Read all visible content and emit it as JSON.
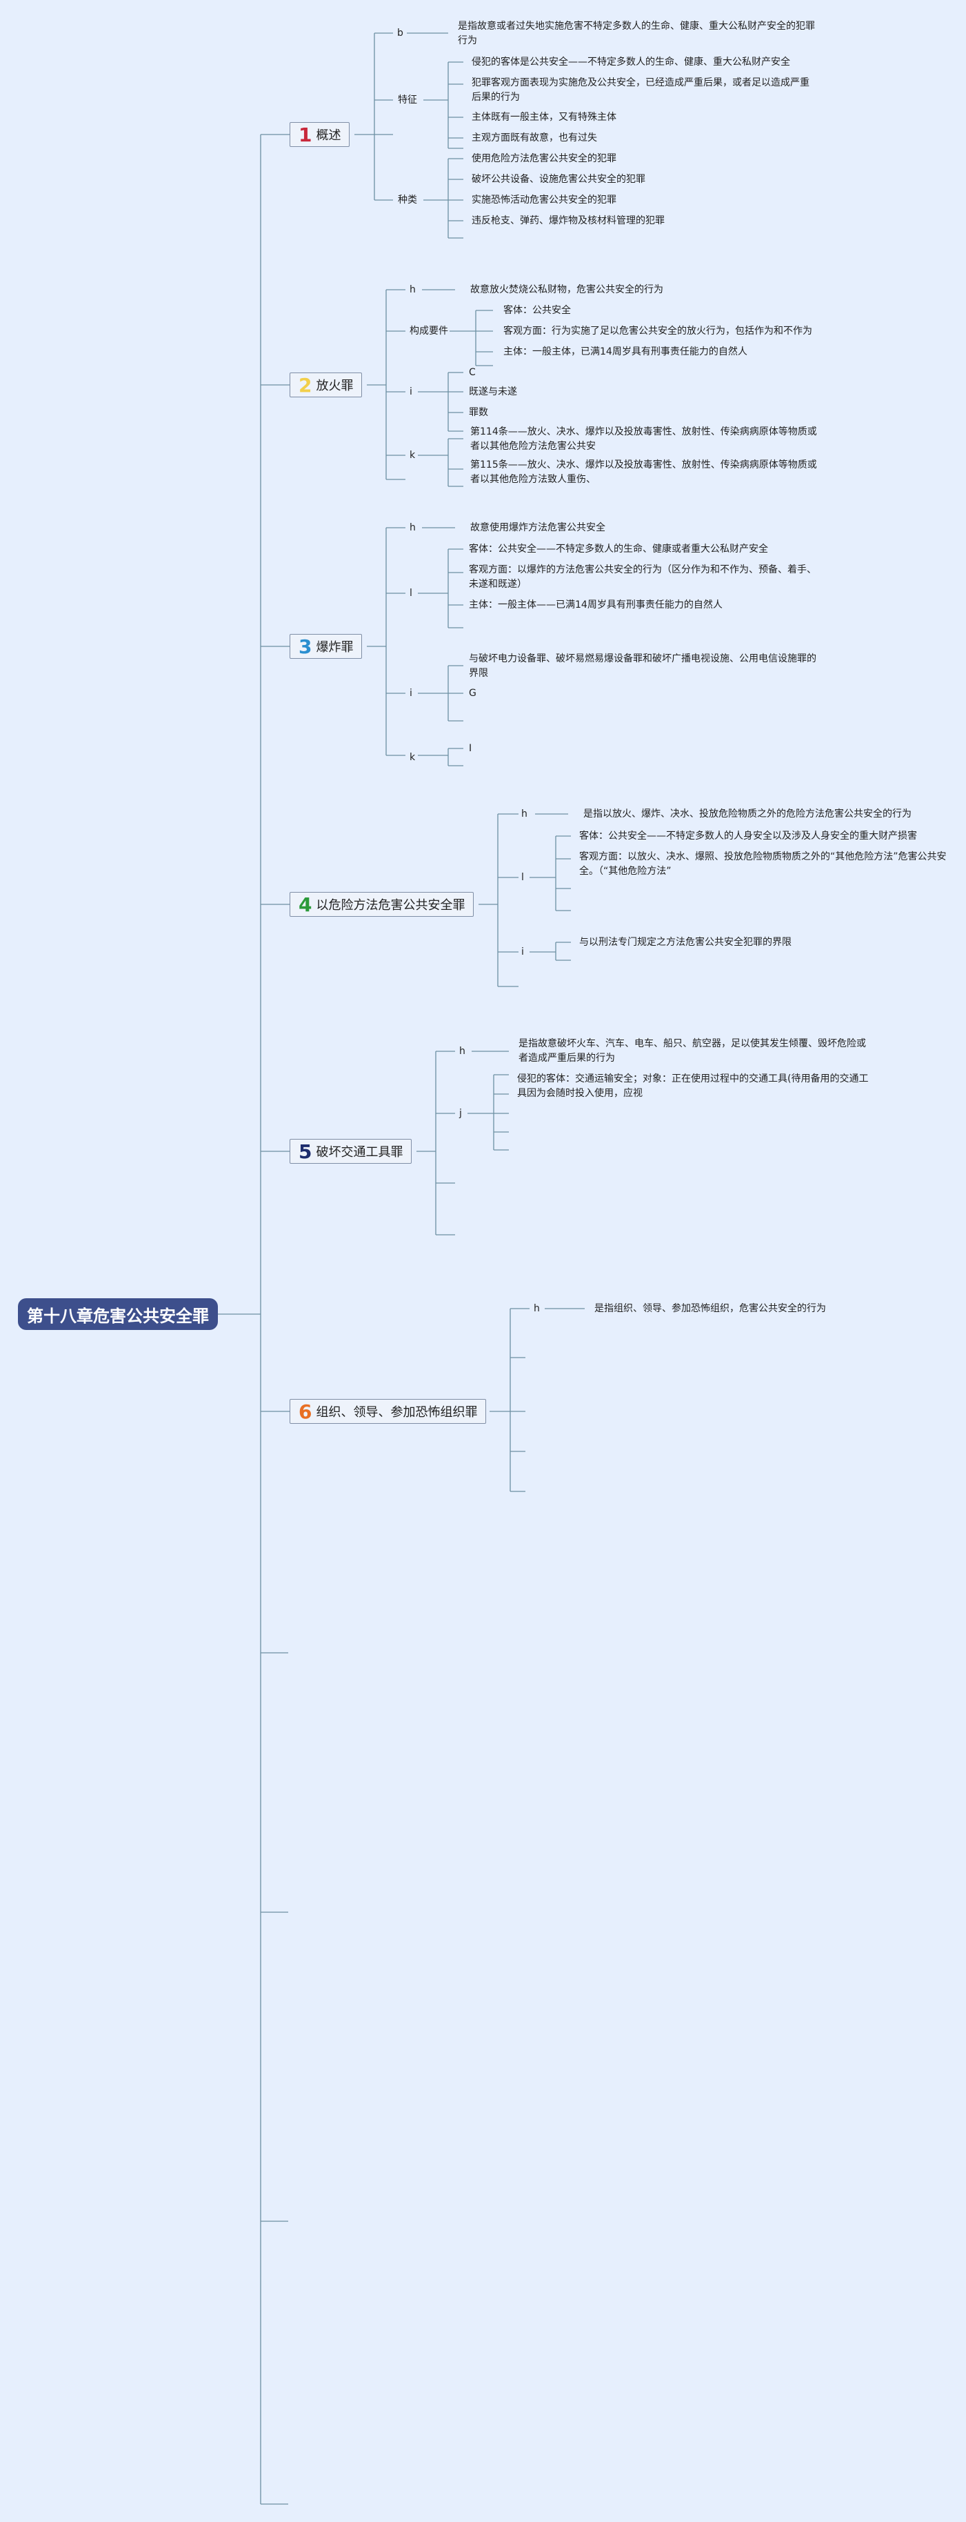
{
  "root": "第十八章危害公共安全罪",
  "topics": [
    {
      "num": "1",
      "color": "#c8283b",
      "label": "概述"
    },
    {
      "num": "2",
      "color": "#f2cf4a",
      "label": "放火罪"
    },
    {
      "num": "3",
      "color": "#2a8fd0",
      "label": "爆炸罪"
    },
    {
      "num": "4",
      "color": "#2b9a3a",
      "label": "以危险方法危害公共安全罪"
    },
    {
      "num": "5",
      "color": "#1d2d6e",
      "label": "破坏交通工具罪"
    },
    {
      "num": "6",
      "color": "#e86f24",
      "label": "组织、领导、参加恐怖组织罪"
    }
  ],
  "t1": {
    "b": "b",
    "def": "是指故意或者过失地实施危害不特定多数人的生命、健康、重大公私财产安全的犯罪行为",
    "tezheng": "特征",
    "tz": [
      "侵犯的客体是公共安全——不特定多数人的生命、健康、重大公私财产安全",
      "犯罪客观方面表现为实施危及公共安全，已经造成严重后果，或者足以造成严重后果的行为",
      "主体既有一般主体，又有特殊主体",
      "主观方面既有故意，也有过失"
    ],
    "zhonglei": "种类",
    "zl": [
      "使用危险方法危害公共安全的犯罪",
      "破坏公共设备、设施危害公共安全的犯罪",
      "实施恐怖活动危害公共安全的犯罪",
      "违反枪支、弹药、爆炸物及核材料管理的犯罪"
    ]
  },
  "t2": {
    "h": "h",
    "def": "故意放火焚烧公私财物，危害公共安全的行为",
    "gc": "构成要件",
    "gcl": [
      "客体：公共安全",
      "客观方面：行为实施了足以危害公共安全的放火行为，包括作为和不作为",
      "主体：一般主体，已满14周岁具有刑事责任能力的自然人"
    ],
    "i": "i",
    "il": [
      "C",
      "既遂与未遂",
      "罪数"
    ],
    "k": "k",
    "kl": [
      "第114条——放火、决水、爆炸以及投放毒害性、放射性、传染病病原体等物质或者以其他危险方法危害公共安",
      "第115条——放火、决水、爆炸以及投放毒害性、放射性、传染病病原体等物质或者以其他危险方法致人重伤、"
    ]
  },
  "t3": {
    "h": "h",
    "def": "故意使用爆炸方法危害公共安全",
    "l": "l",
    "ll": [
      "客体：公共安全——不特定多数人的生命、健康或者重大公私财产安全",
      "客观方面：以爆炸的方法危害公共安全的行为（区分作为和不作为、预备、着手、未遂和既遂）",
      "主体：一般主体——已满14周岁具有刑事责任能力的自然人"
    ],
    "i": "i",
    "il": [
      "与破坏电力设备罪、破坏易燃易爆设备罪和破坏广播电视设施、公用电信设施罪的界限",
      "G"
    ],
    "k": "k",
    "kl": [
      "I"
    ]
  },
  "t4": {
    "h": "h",
    "def": "是指以放火、爆炸、决水、投放危险物质之外的危险方法危害公共安全的行为",
    "l": "l",
    "ll": [
      "客体：公共安全——不特定多数人的人身安全以及涉及人身安全的重大财产损害",
      "客观方面：以放火、决水、爆照、投放危险物质物质之外的“其他危险方法”危害公共安全。（“其他危险方法”"
    ],
    "i": "i",
    "il": [
      "与以刑法专门规定之方法危害公共安全犯罪的界限"
    ]
  },
  "t5": {
    "h": "h",
    "def": "是指故意破坏火车、汽车、电车、船只、航空器，足以使其发生倾覆、毁坏危险或者造成严重后果的行为",
    "j": "j",
    "jl": [
      "侵犯的客体：交通运输安全；对象：正在使用过程中的交通工具(待用备用的交通工具因为会随时投入使用，应视"
    ]
  },
  "t6": {
    "h": "h",
    "def": "是指组织、领导、参加恐怖组织，危害公共安全的行为"
  }
}
